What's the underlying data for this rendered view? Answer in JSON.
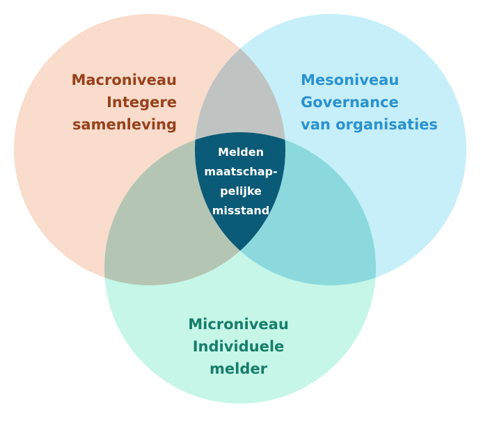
{
  "diagram": {
    "macro": {
      "lines": [
        "Macroniveau",
        "Integere",
        "samenleving"
      ],
      "fill": "#f9dccb",
      "text_color": "#97411d"
    },
    "meso": {
      "lines": [
        "Mesoniveau",
        "Governance",
        "van organisaties"
      ],
      "fill": "#c6eff9",
      "text_color": "#2a91cf"
    },
    "micro": {
      "lines": [
        "Microniveau",
        "Individuele",
        "melder"
      ],
      "fill": "#c5f6e8",
      "text_color": "#177d6a"
    },
    "overlaps": {
      "macro_meso": "#bfc4c3",
      "macro_micro": "#b5c5b4",
      "meso_micro": "#8cd9dd"
    },
    "center": {
      "lines": [
        "Melden",
        "maatschap-",
        "pelijke",
        "misstand"
      ],
      "fill": "#0b5a78",
      "text_color": "#ffffff"
    }
  }
}
